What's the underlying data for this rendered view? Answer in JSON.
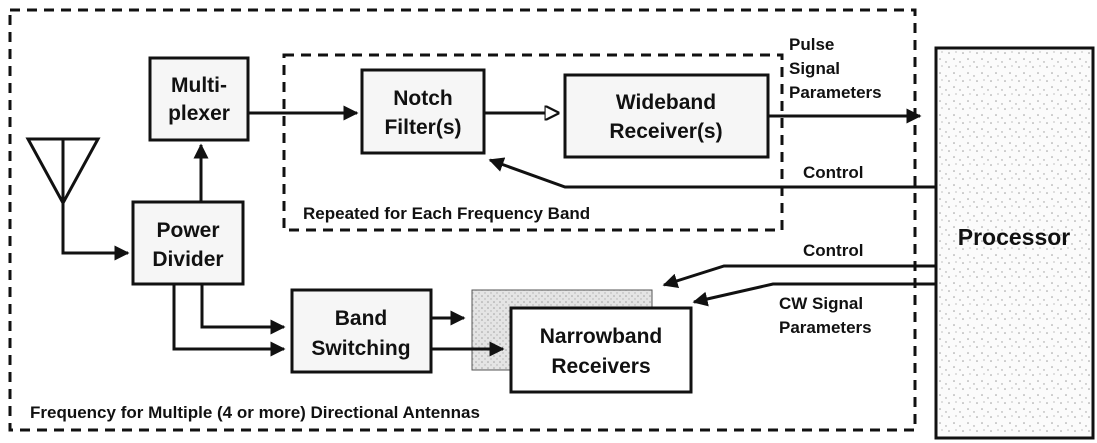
{
  "blocks": {
    "multiplexer": [
      "Multi-",
      "plexer"
    ],
    "notch_filter": [
      "Notch",
      "Filter(s)"
    ],
    "wideband_receiver": [
      "Wideband",
      "Receiver(s)"
    ],
    "power_divider": [
      "Power",
      "Divider"
    ],
    "band_switching": [
      "Band",
      "Switching"
    ],
    "narrowband_receivers": [
      "Narrowband",
      "Receivers"
    ],
    "processor": "Processor"
  },
  "signals": {
    "pulse_signal_parameters": [
      "Pulse",
      "Signal",
      "Parameters"
    ],
    "control_upper": "Control",
    "control_lower": "Control",
    "cw_signal_parameters": [
      "CW Signal",
      "Parameters"
    ]
  },
  "regions": {
    "repeated_band": "Repeated for Each Frequency Band",
    "outer_frame": "Frequency for Multiple (4 or more) Directional Antennas"
  },
  "icons": {
    "antenna": "antenna-icon"
  },
  "colors": {
    "ink": "#111111",
    "block_fill": "#f6f6f6",
    "shadow_fill": "#d9d9d9",
    "processor_speckle": "#9a9a9a"
  }
}
